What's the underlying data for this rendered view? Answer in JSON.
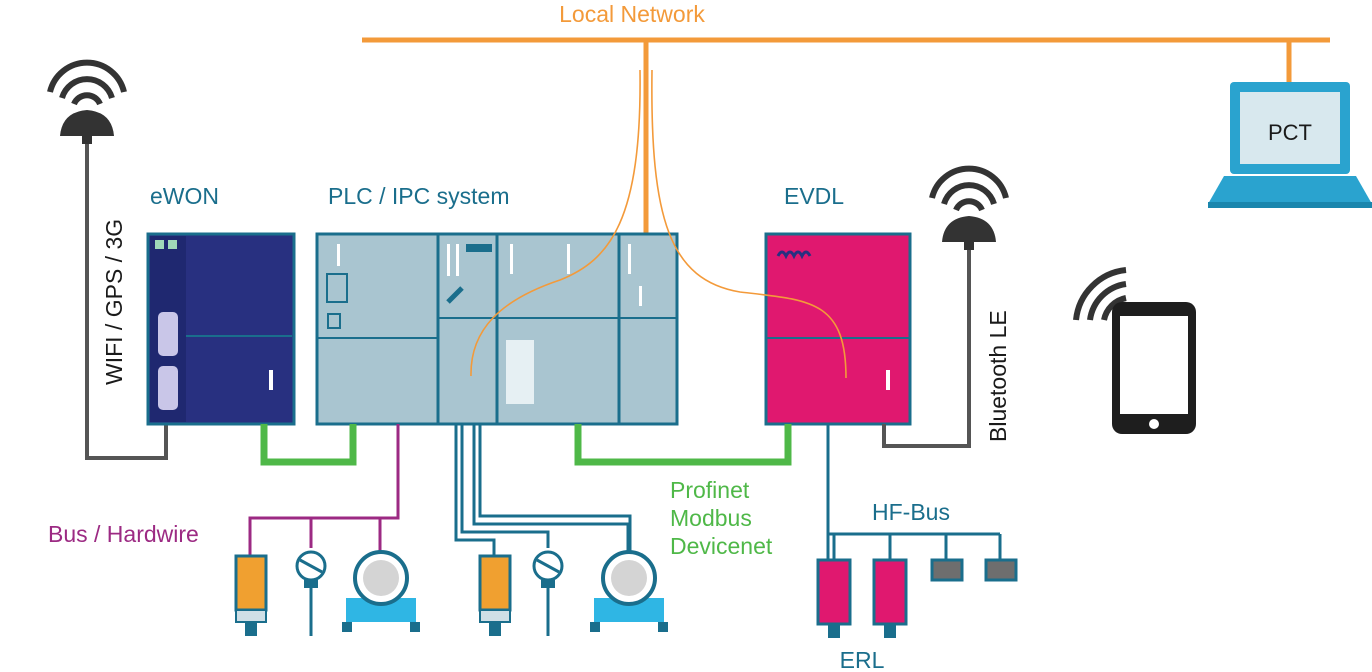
{
  "labels": {
    "local_network": "Local Network",
    "ewon": "eWON",
    "plc_ipc": "PLC / IPC system",
    "evdl": "EVDL",
    "pct": "PCT",
    "wifi_gps_3g": "WIFI / GPS / 3G",
    "bluetooth_le": "Bluetooth LE",
    "bus_hardwire": "Bus / Hardwire",
    "profinet": "Profinet",
    "modbus": "Modbus",
    "devicenet": "Devicenet",
    "hf_bus": "HF-Bus",
    "erl": "ERL"
  },
  "colors": {
    "network_orange": "#f39a3a",
    "device_teal": "#1a6e8c",
    "fieldbus_green": "#4fb848",
    "hardwire_magenta": "#9c2a83",
    "ewon_navy": "#283080",
    "evdl_magenta": "#e0186f",
    "plc_gray_blue": "#a9c5d0",
    "cable_gray": "#555555",
    "flowmeter_blue": "#2fb6e4",
    "sensor_orange": "#f0a030"
  }
}
